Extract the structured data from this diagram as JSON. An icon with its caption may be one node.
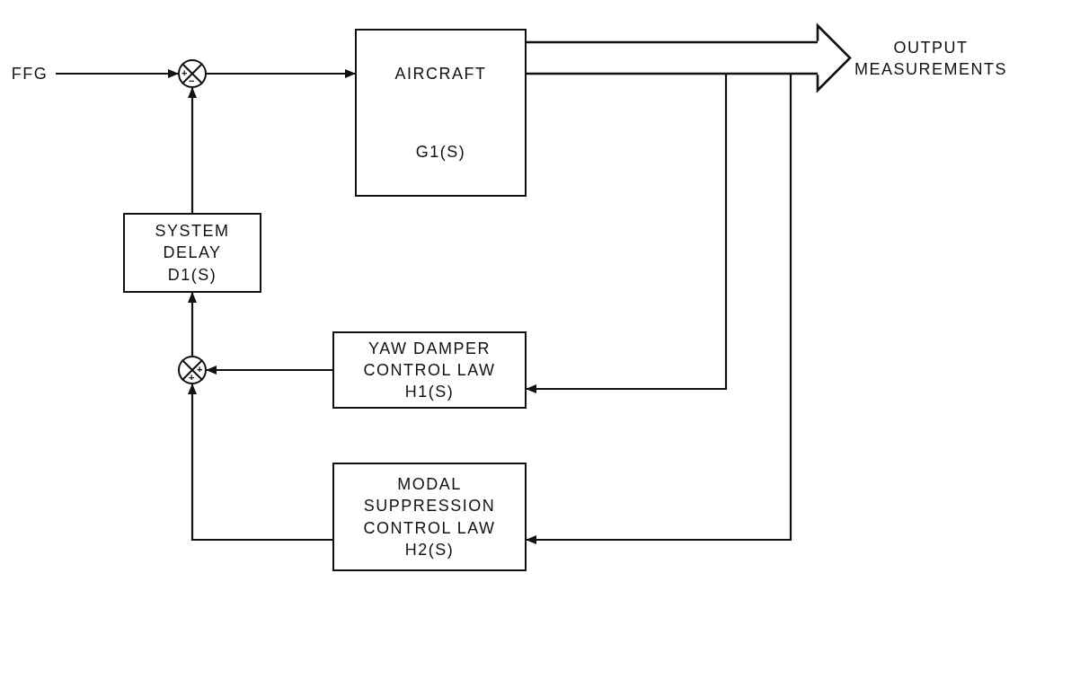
{
  "diagram": {
    "nodes": [
      {
        "text": [
          "FFG"
        ]
      },
      {
        "text": [
          "+",
          "−"
        ]
      },
      {
        "text": [
          "AIRCRAFT",
          "G1(S)"
        ]
      },
      {
        "text": [
          "OUTPUT MEASUREMENTS"
        ]
      },
      {
        "text": [
          "SYSTEM DELAY",
          "D1(S)"
        ]
      },
      {
        "text": [
          "+",
          "+"
        ]
      },
      {
        "text": [
          "YAW DAMPER CONTROL LAW",
          "H1(S)"
        ]
      },
      {
        "text": [
          "MODAL SUPPRESSION CONTROL LAW",
          "H2(S)"
        ]
      }
    ],
    "edges": [
      {
        "from": 0,
        "to": 1,
        "arrow": "to"
      },
      {
        "from": 1,
        "to": 2,
        "arrow": "to"
      },
      {
        "from": 2,
        "to": 3,
        "arrow": "to",
        "style": "thick"
      },
      {
        "from": 2,
        "to": 6,
        "arrow": "to"
      },
      {
        "from": 2,
        "to": 7,
        "arrow": "to"
      },
      {
        "from": 6,
        "to": 5,
        "arrow": "to"
      },
      {
        "from": 7,
        "to": 5,
        "arrow": "to"
      },
      {
        "from": 5,
        "to": 4,
        "arrow": "to"
      },
      {
        "from": 4,
        "to": 1,
        "arrow": "to"
      }
    ]
  }
}
